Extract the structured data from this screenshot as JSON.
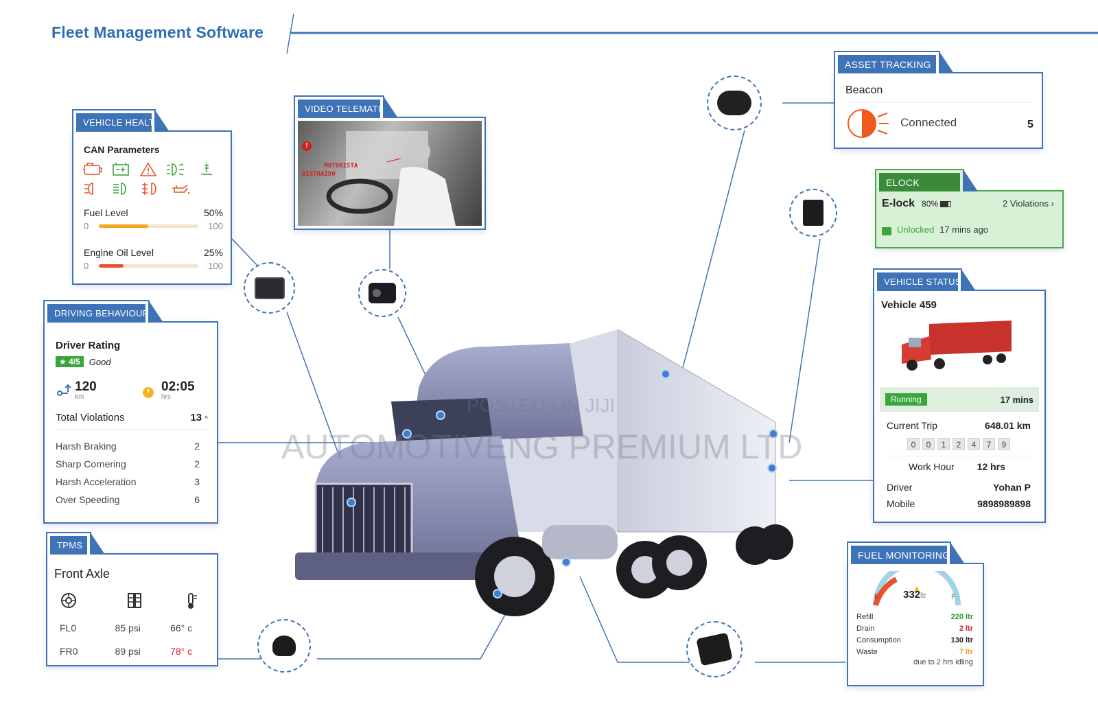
{
  "header": {
    "title": "Fleet Management Software"
  },
  "vehicle_health": {
    "tab": "VEHICLE HEALTH",
    "section": "CAN Parameters",
    "icons": [
      "engine-icon",
      "battery-icon",
      "warning-icon",
      "headlight-icon",
      "coolant-icon",
      "fog-light-icon",
      "high-beam-icon",
      "rear-fog-icon",
      "oil-can-icon"
    ],
    "fuel": {
      "label": "Fuel Level",
      "value": "50%",
      "min": "0",
      "max": "100",
      "fraction": 0.5,
      "color": "#f5a623"
    },
    "oil": {
      "label": "Engine Oil Level",
      "value": "25%",
      "min": "0",
      "max": "100",
      "fraction": 0.25,
      "color": "#e8522c"
    }
  },
  "video_telematics": {
    "tab": "VIDEO TELEMATICS",
    "alert_text": "MOTORISTA\nDISTRAÍDO"
  },
  "driving_behaviour": {
    "tab": "DRIVING BEHAVIOUR",
    "rating_label": "Driver Rating",
    "rating_value": "★ 4/5",
    "rating_text": "Good",
    "distance": "120",
    "distance_unit": "km",
    "duration": "02:05",
    "duration_unit": "hrs",
    "violations_label": "Total Violations",
    "violations_total": "13",
    "violations": [
      {
        "label": "Harsh Braking",
        "count": "2"
      },
      {
        "label": "Sharp Cornering",
        "count": "2"
      },
      {
        "label": "Harsh Acceleration",
        "count": "3"
      },
      {
        "label": "Over Speeding",
        "count": "6"
      }
    ]
  },
  "tpms": {
    "tab": "TPMS",
    "axle": "Front Axle",
    "rows": [
      {
        "tire": "FL0",
        "pressure": "85 psi",
        "temp": "66° c",
        "alert": false
      },
      {
        "tire": "FR0",
        "pressure": "89 psi",
        "temp": "78° c",
        "alert": true
      }
    ]
  },
  "asset_tracking": {
    "tab": "ASSET TRACKING",
    "title": "Beacon",
    "status": "Connected",
    "count": "5"
  },
  "elock": {
    "tab": "ELOCK",
    "title": "E-lock",
    "battery": "80%",
    "violations": "2 Violations",
    "lock_state": "Unlocked",
    "time": "17 mins ago"
  },
  "vehicle_status": {
    "tab": "VEHICLE STATUS",
    "vehicle": "Vehicle 459",
    "state": "Running",
    "state_time": "17 mins",
    "trip_label": "Current Trip",
    "trip_value": "648.01 km",
    "odometer": [
      "0",
      "0",
      "1",
      "2",
      "4",
      "7",
      "9"
    ],
    "work_label": "Work Hour",
    "work_value": "12 hrs",
    "driver_label": "Driver",
    "driver_value": "Yohan P",
    "mobile_label": "Mobile",
    "mobile_value": "9898989898"
  },
  "fuel_monitoring": {
    "tab": "FUEL MONITORING",
    "level": "332",
    "unit": "ltr",
    "e": "E",
    "f": "F",
    "rows": [
      {
        "label": "Refill",
        "value": "220 ltr",
        "color": "#2aa02a"
      },
      {
        "label": "Drain",
        "value": "2 ltr",
        "color": "#d22020"
      },
      {
        "label": "Consumption",
        "value": "130 ltr",
        "color": "#222222"
      },
      {
        "label": "Waste",
        "value": "7 ltr",
        "color": "#f0a020"
      }
    ],
    "note": "due to 2 hrs idling"
  },
  "watermark": {
    "line1": "POSTED ON JIJI",
    "line2": "AUTOMOTIVENG PREMIUM LTD"
  },
  "colors": {
    "accent": "#3f73b8",
    "green": "#3aa53a",
    "orange": "#f05a1e",
    "red": "#d22020"
  }
}
